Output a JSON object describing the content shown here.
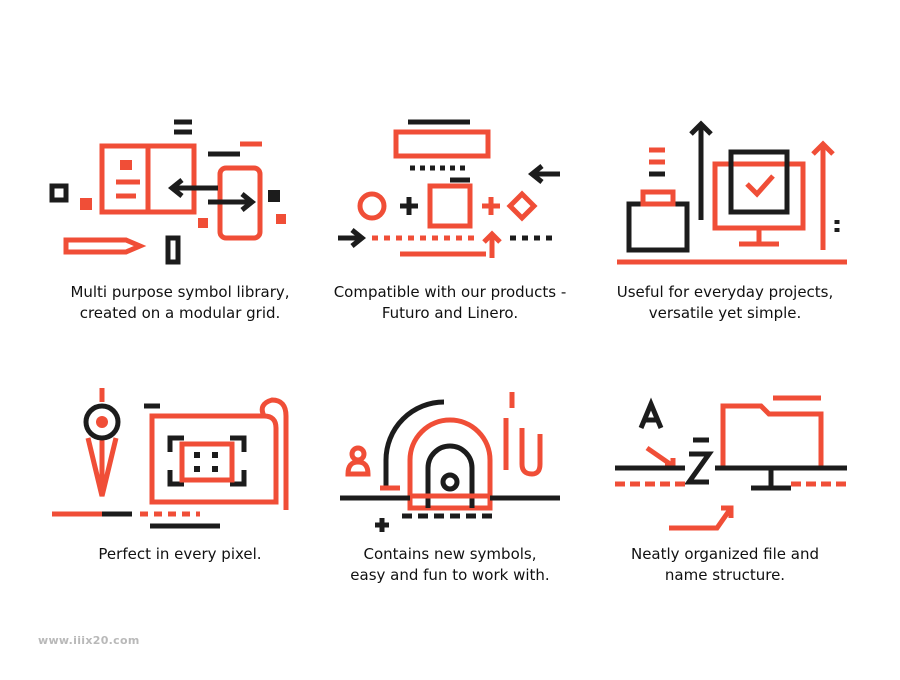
{
  "colors": {
    "accent": "#f04e37",
    "ink": "#1c1c1c",
    "background": "#ffffff"
  },
  "features": [
    {
      "icon": "modular-grid-icon",
      "lines": [
        "Multi purpose symbol library,",
        "created on a modular grid."
      ]
    },
    {
      "icon": "compatible-products-icon",
      "lines": [
        "Compatible with our products -",
        "Futuro and Linero."
      ]
    },
    {
      "icon": "everyday-projects-icon",
      "lines": [
        "Useful for everyday projects,",
        "versatile yet simple."
      ]
    },
    {
      "icon": "pixel-perfect-icon",
      "lines": [
        "Perfect in every pixel."
      ]
    },
    {
      "icon": "new-symbols-icon",
      "lines": [
        "Contains new symbols,",
        "easy and fun to work with."
      ]
    },
    {
      "icon": "file-structure-icon",
      "lines": [
        "Neatly organized file and",
        "name structure."
      ]
    }
  ],
  "watermark": "www.iiix20.com"
}
